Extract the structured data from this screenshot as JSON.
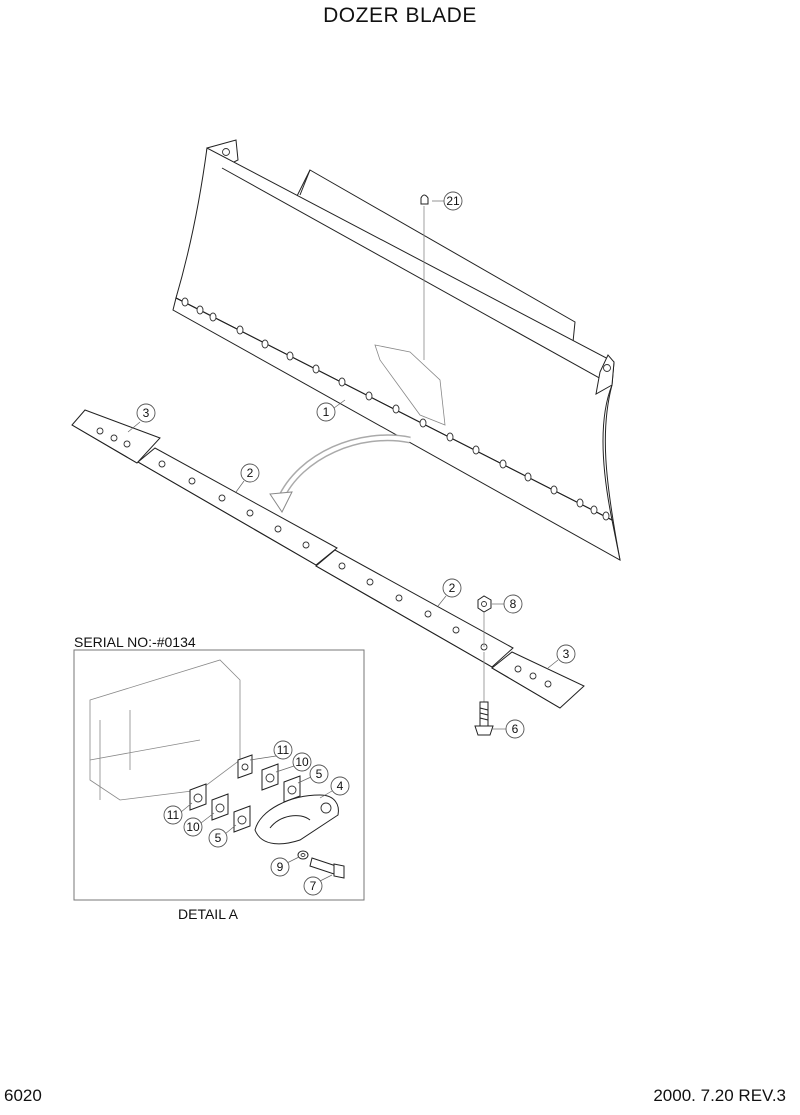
{
  "title": "DOZER BLADE",
  "page_number": "6020",
  "revision": "2000. 7.20 REV.3",
  "serial_note": "SERIAL NO:-#0134",
  "detail_label": "DETAIL A",
  "detail_ref": "A",
  "callouts": [
    "21",
    "1",
    "3",
    "2",
    "2",
    "8",
    "3",
    "6",
    "11",
    "10",
    "5",
    "4",
    "11",
    "10",
    "5",
    "9",
    "7"
  ]
}
